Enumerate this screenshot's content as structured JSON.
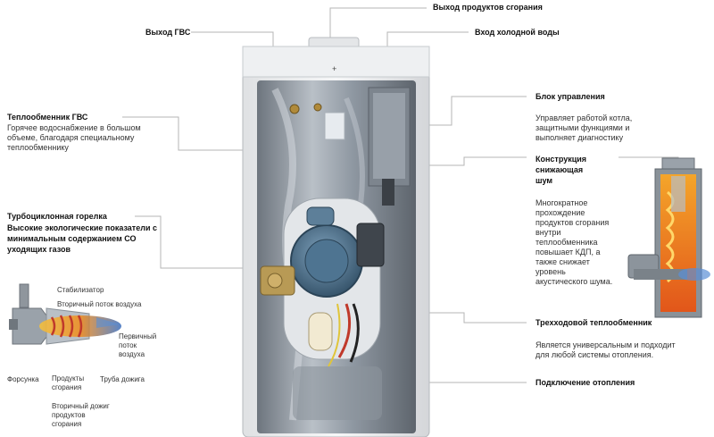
{
  "top": {
    "exhaust_outlet": "Выход продуктов сгорания",
    "dhw_outlet": "Выход ГВС",
    "cold_water_inlet": "Вход холодной воды"
  },
  "left": {
    "dhw_exchanger": {
      "title": "Теплообменник ГВС",
      "lines": [
        "Горячее водоснабжение в большом",
        "объеме, благодаря специальному",
        "теплообменнику"
      ]
    },
    "burner": {
      "title": "Турбоциклонная горелка",
      "lines": [
        "Высокие экологические показатели с",
        "минимальным содержанием СО",
        "уходящих газов"
      ]
    },
    "burner_parts": {
      "stabilizer": "Стабилизатор",
      "secondary_air": "Вторичный поток воздуха",
      "primary_air": [
        "Первичный",
        "поток",
        "воздуха"
      ],
      "nozzle": "Форсунка",
      "combustion_products": [
        "Продукты",
        "сгорания"
      ],
      "afterburn_tube": "Труба дожига",
      "secondary_afterburn": [
        "Вторичный дожиг",
        "продуктов",
        "сгорания"
      ]
    }
  },
  "right": {
    "control_unit": {
      "title": "Блок управления",
      "lines": [
        "Управляет работой котла,",
        "защитными функциями и",
        "выполняет диагностику"
      ]
    },
    "noise_reduction": {
      "title": [
        "Конструкция",
        "снижающая",
        "шум"
      ],
      "lines": [
        "Многократное",
        "прохождение",
        "продуктов сгорания",
        "внутри",
        "теплообменника",
        "повышает КДП, а",
        "также снижает",
        "уровень",
        "акустического шума."
      ]
    },
    "three_pass": {
      "title": "Трехходовой теплообменник",
      "lines": [
        "Является универсальным и подходит",
        "для любой системы отопления."
      ]
    },
    "heating_connection": {
      "title": "Подключение отопления"
    }
  },
  "colors": {
    "leader": "#b5b5b5",
    "flame": "#f08a1c",
    "burner_housing": "#4a6f8c",
    "foil": "#9aa3ad"
  }
}
